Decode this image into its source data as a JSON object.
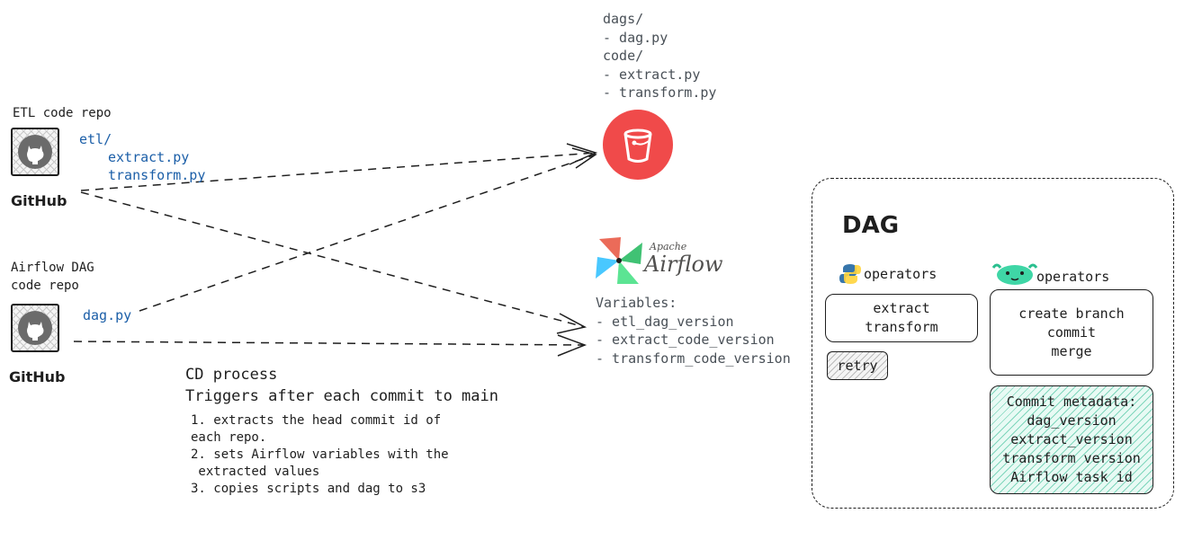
{
  "etl_repo": {
    "title": "ETL code repo",
    "label": "GitHub",
    "folder": "etl/",
    "files": [
      "extract.py",
      "transform.py"
    ]
  },
  "airflow_repo": {
    "title_line1": "Airflow DAG",
    "title_line2": "code repo",
    "label": "GitHub",
    "file": "dag.py"
  },
  "s3_tree": [
    "dags/",
    "- dag.py",
    "code/",
    "- extract.py",
    "- transform.py"
  ],
  "airflow": {
    "brand_small": "Apache",
    "brand": "Airflow",
    "variables_title": "Variables:",
    "variables": [
      "- etl_dag_version",
      "- extract_code_version",
      "- transform_code_version"
    ]
  },
  "cd_process": {
    "title": "CD process",
    "subtitle": "Triggers after each commit to main",
    "steps": [
      "1. extracts the head commit id of",
      "each repo.",
      "2. sets Airflow variables with the",
      " extracted values",
      "3. copies scripts and dag to s3"
    ]
  },
  "dag": {
    "title": "DAG",
    "python_operators_label": "operators",
    "lakefs_operators_label": "operators",
    "python_ops": [
      "extract",
      "transform"
    ],
    "retry": "retry",
    "lakefs_ops": [
      "create branch",
      "commit",
      "merge"
    ],
    "metadata": [
      "Commit metadata:",
      "dag_version",
      "extract_version",
      "transform version",
      "Airflow task id"
    ]
  },
  "colors": {
    "s3_red": "#f04a4a",
    "link_blue": "#1c5fa8",
    "metadata_green": "#7fd6bc"
  },
  "icons": [
    "github-icon",
    "s3-bucket-icon",
    "airflow-pinwheel-icon",
    "python-icon",
    "lakefs-axolotl-icon"
  ]
}
